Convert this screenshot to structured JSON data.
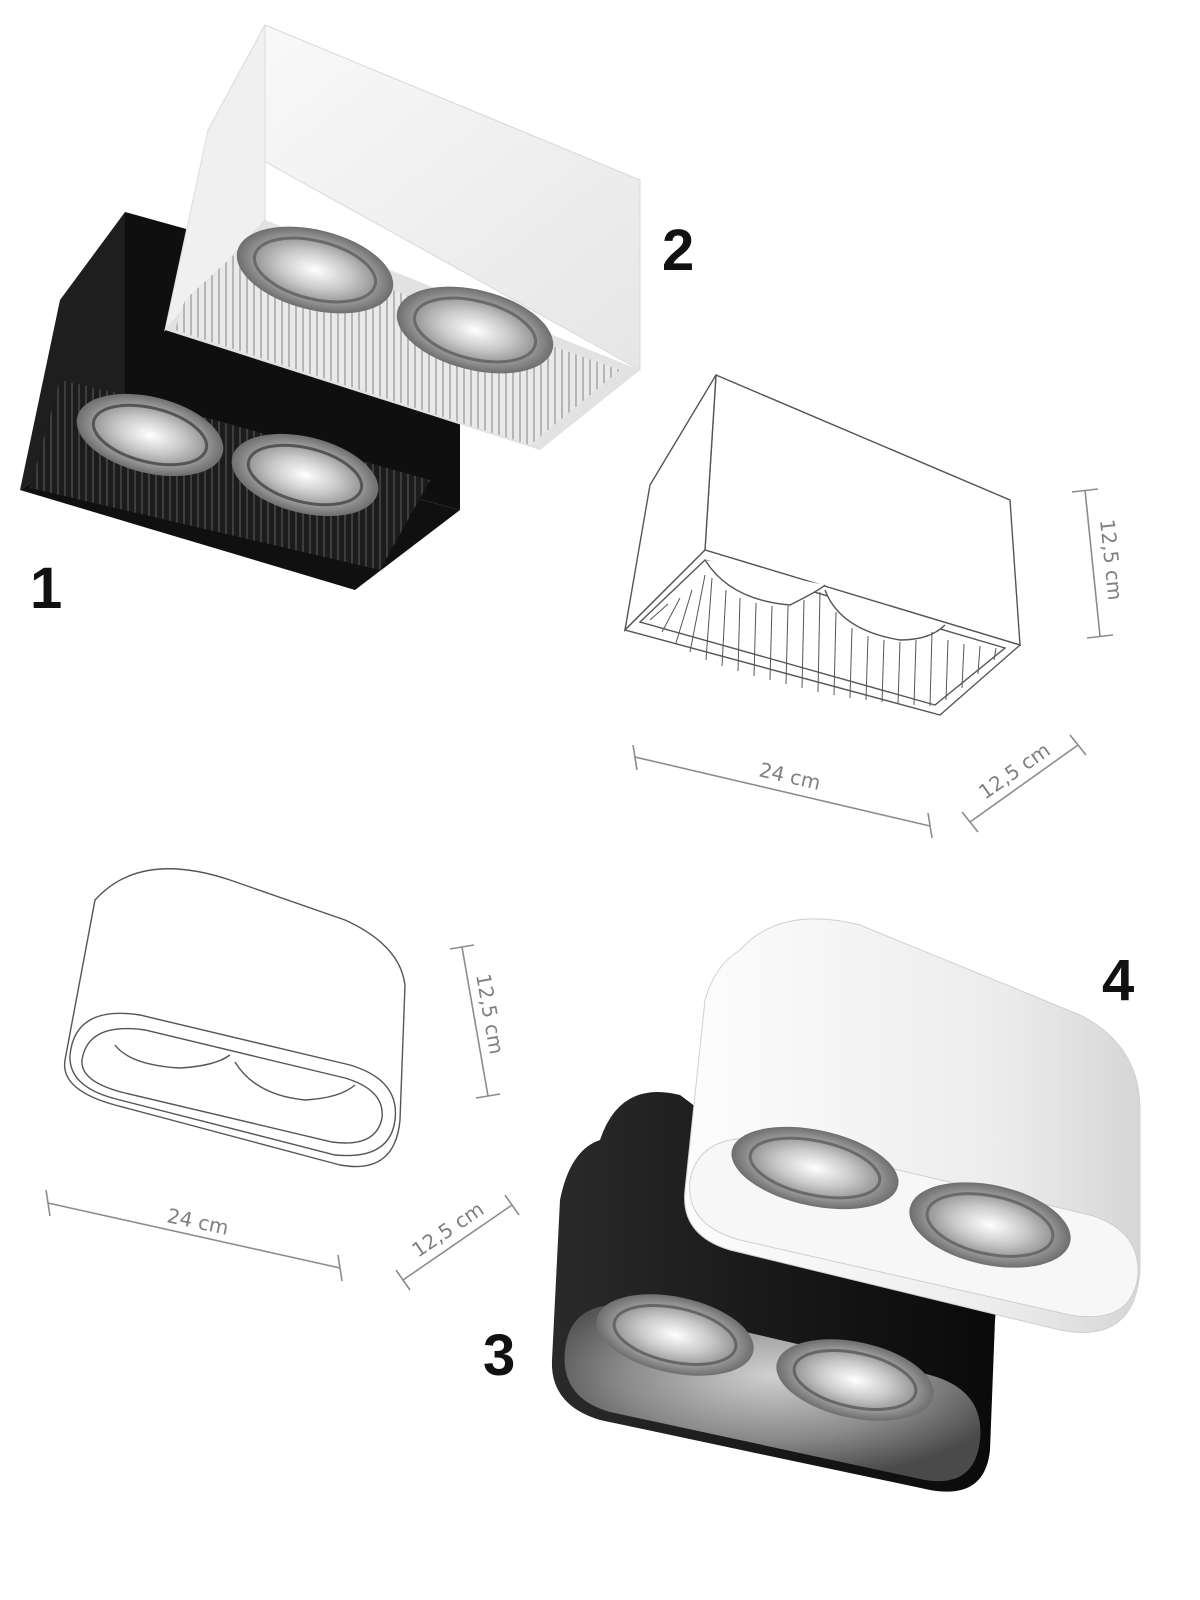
{
  "products": [
    {
      "label": "1",
      "finish": "black",
      "shape": "rectangular",
      "color": "#1a1a1a"
    },
    {
      "label": "2",
      "finish": "white",
      "shape": "rectangular",
      "color": "#f2f2f2"
    },
    {
      "label": "3",
      "finish": "black",
      "shape": "oval",
      "color": "#1a1a1a"
    },
    {
      "label": "4",
      "finish": "white",
      "shape": "oval",
      "color": "#f2f2f2"
    }
  ],
  "drawings": {
    "rectangular": {
      "height": "12,5 cm",
      "length": "24 cm",
      "width": "12,5 cm"
    },
    "oval": {
      "height": "12,5 cm",
      "length": "24 cm",
      "width": "12,5 cm"
    }
  }
}
